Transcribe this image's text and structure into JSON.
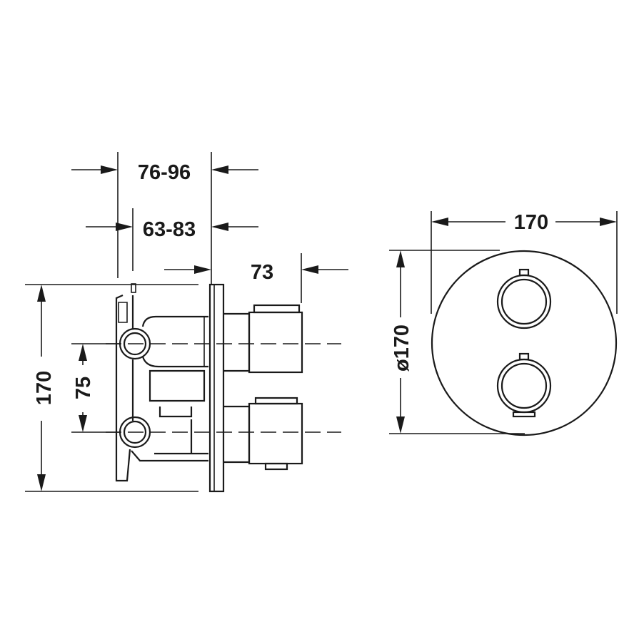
{
  "dimensions": {
    "depth_max_range": "76-96",
    "depth_min_range": "63-83",
    "trim_depth": "73",
    "width": "170",
    "diameter": "ø170",
    "height": "170",
    "valve_spacing": "75"
  },
  "colors": {
    "line": "#1a1a1a",
    "background": "#ffffff"
  }
}
